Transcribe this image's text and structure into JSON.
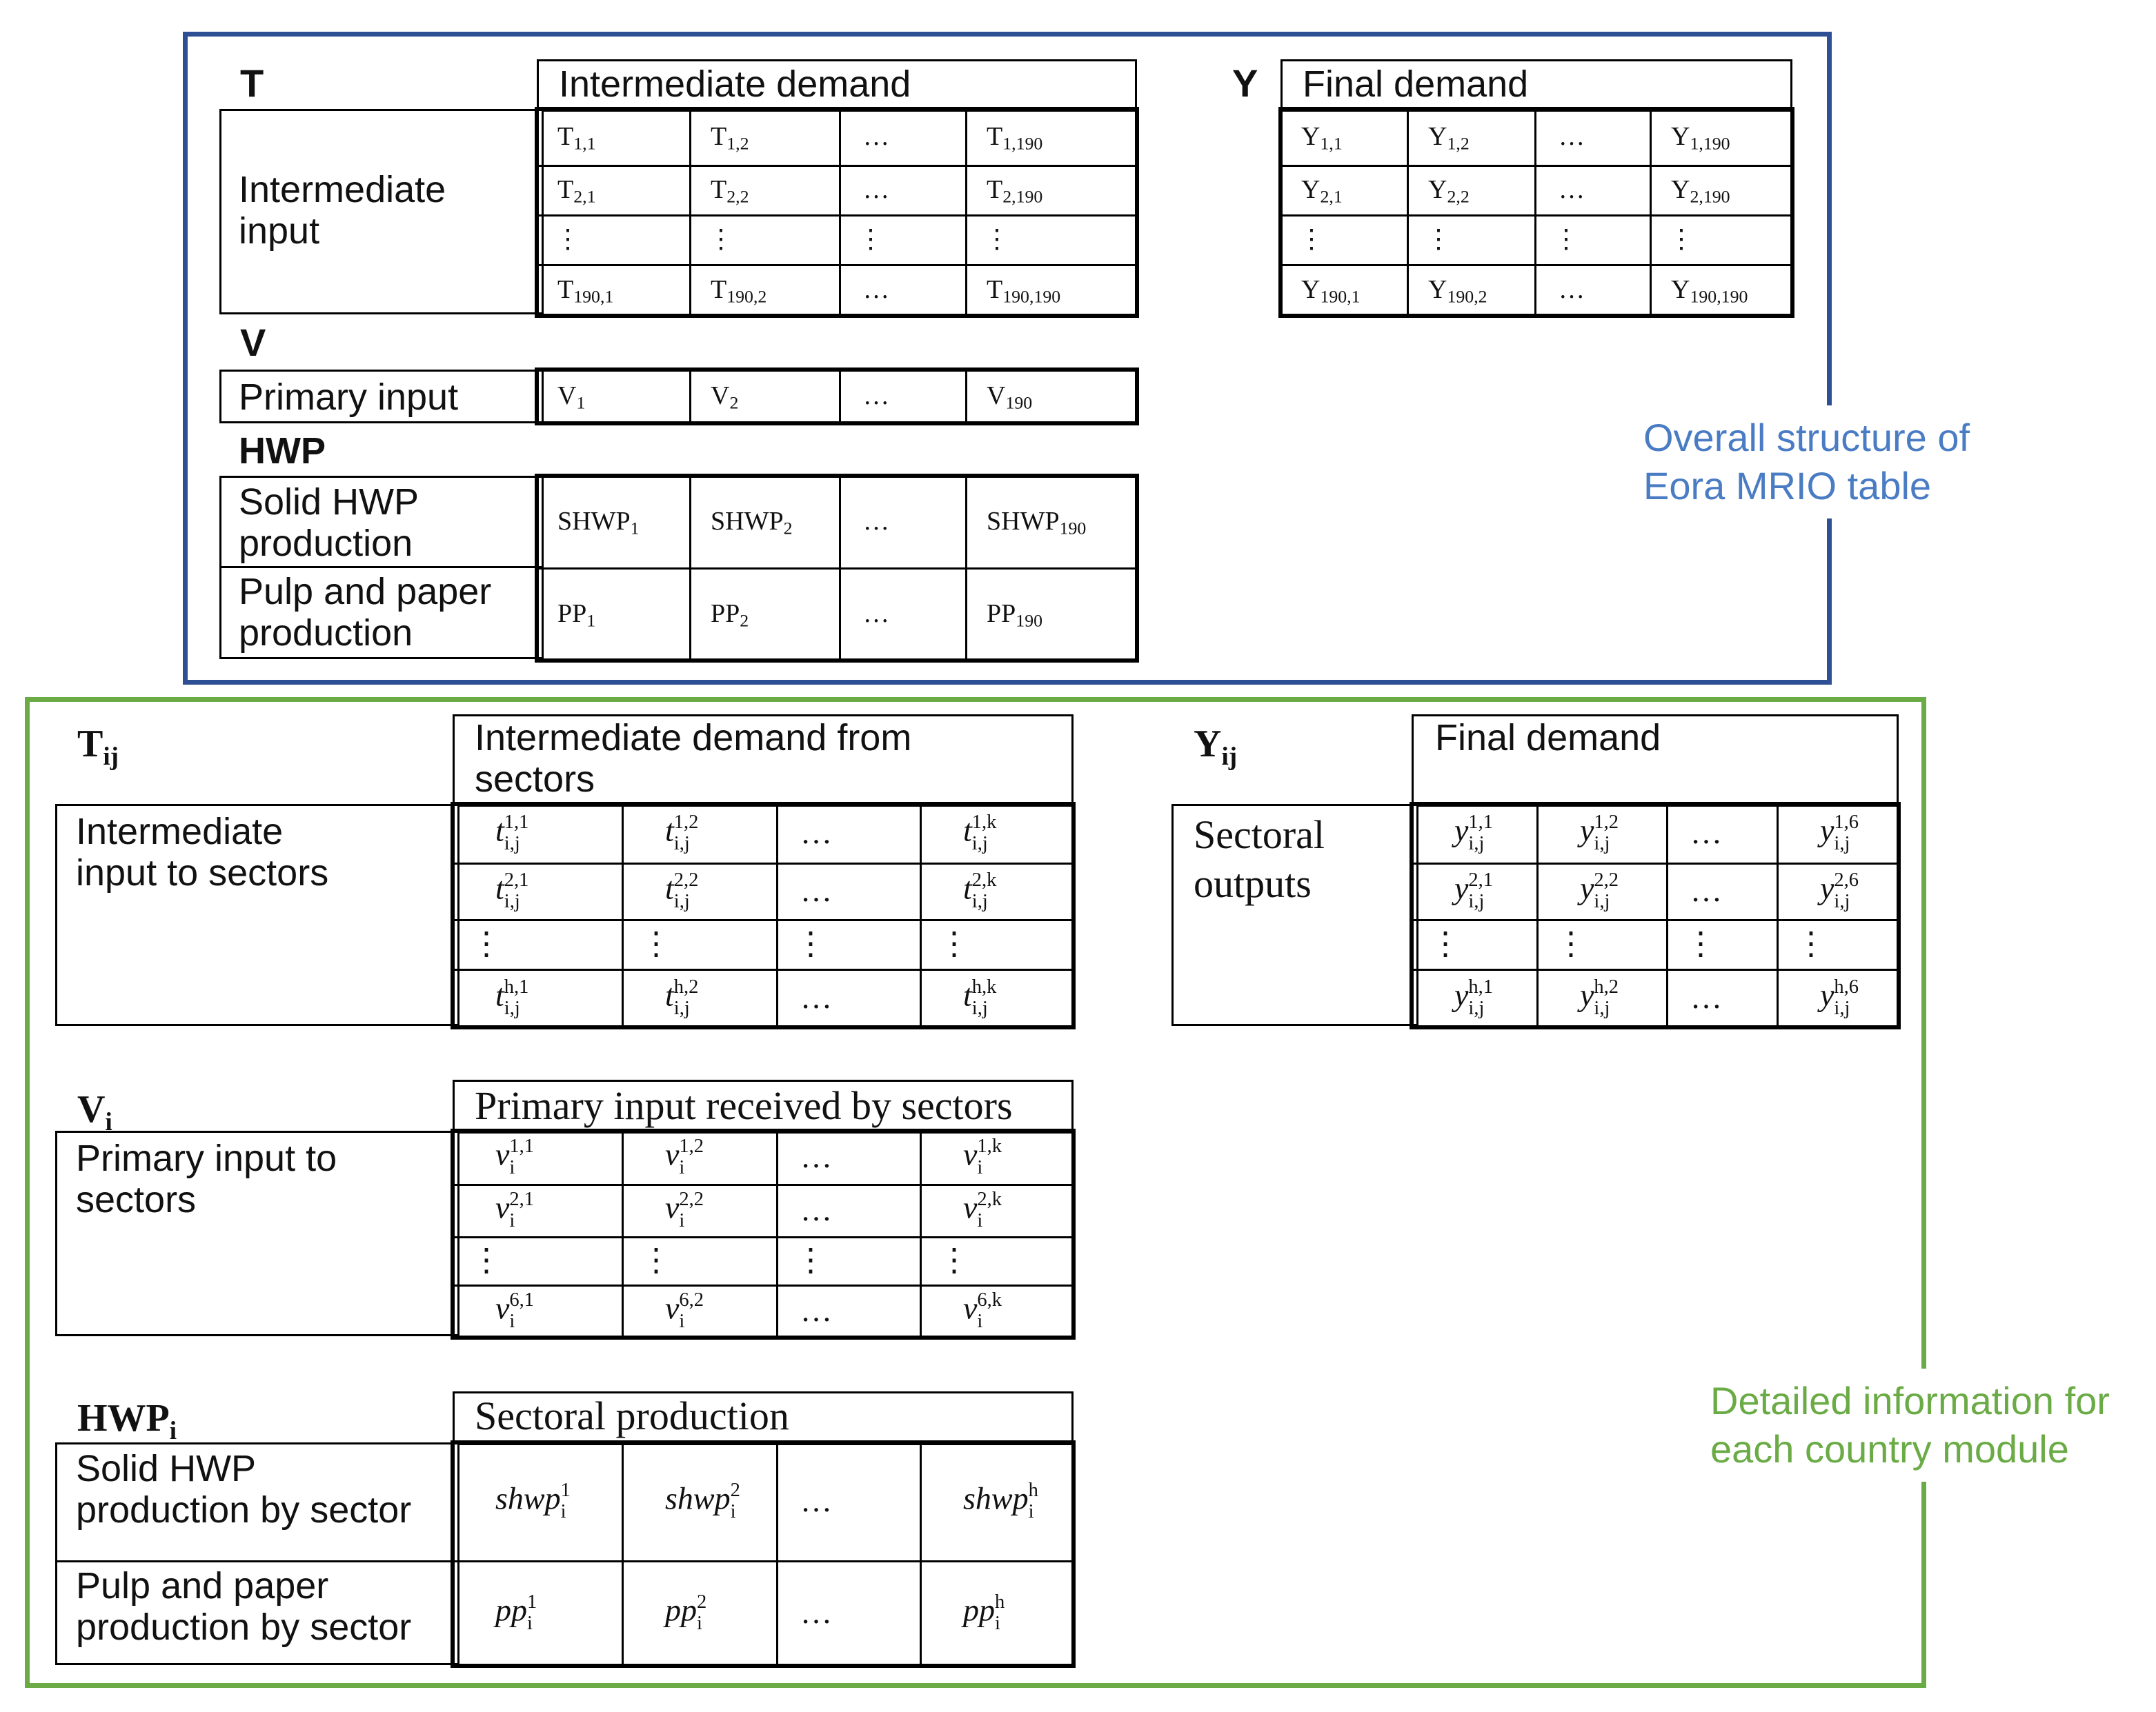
{
  "colors": {
    "top_frame": "#2e4f93",
    "bottom_frame": "#6aab46",
    "top_legend": "#4a7cc4",
    "bottom_legend": "#6aab46"
  },
  "top": {
    "legend": [
      "Overall structure of",
      "Eora MRIO table"
    ],
    "T": {
      "symbol": "T",
      "header": "Intermediate demand",
      "row_label": [
        "Intermediate",
        "input"
      ],
      "cells": [
        [
          [
            "T",
            "1,1"
          ],
          [
            "T",
            "1,2"
          ],
          [
            "…",
            ""
          ],
          [
            "T",
            "1,190"
          ]
        ],
        [
          [
            "T",
            "2,1"
          ],
          [
            "T",
            "2,2"
          ],
          [
            "…",
            ""
          ],
          [
            "T",
            "2,190"
          ]
        ],
        [
          [
            "⋮",
            ""
          ],
          [
            "⋮",
            ""
          ],
          [
            "⋮",
            ""
          ],
          [
            "⋮",
            ""
          ]
        ],
        [
          [
            "T",
            "190,1"
          ],
          [
            "T",
            "190,2"
          ],
          [
            "…",
            ""
          ],
          [
            "T",
            "190,190"
          ]
        ]
      ]
    },
    "Y": {
      "symbol": "Y",
      "header": "Final demand",
      "cells": [
        [
          [
            "Y",
            "1,1"
          ],
          [
            "Y",
            "1,2"
          ],
          [
            "…",
            ""
          ],
          [
            "Y",
            "1,190"
          ]
        ],
        [
          [
            "Y",
            "2,1"
          ],
          [
            "Y",
            "2,2"
          ],
          [
            "…",
            ""
          ],
          [
            "Y",
            "2,190"
          ]
        ],
        [
          [
            "⋮",
            ""
          ],
          [
            "⋮",
            ""
          ],
          [
            "⋮",
            ""
          ],
          [
            "⋮",
            ""
          ]
        ],
        [
          [
            "Y",
            "190,1"
          ],
          [
            "Y",
            "190,2"
          ],
          [
            "…",
            ""
          ],
          [
            "Y",
            "190,190"
          ]
        ]
      ]
    },
    "V": {
      "symbol": "V",
      "row_label": "Primary input",
      "cells": [
        [
          [
            "V",
            "1"
          ],
          [
            "V",
            "2"
          ],
          [
            "…",
            ""
          ],
          [
            "V",
            "190"
          ]
        ]
      ]
    },
    "HWP": {
      "symbol": "HWP",
      "row_labels": [
        [
          "Solid HWP",
          "production"
        ],
        [
          "Pulp and paper",
          "production"
        ]
      ],
      "cells": [
        [
          [
            "SHWP",
            "1"
          ],
          [
            "SHWP",
            "2"
          ],
          [
            "…",
            ""
          ],
          [
            "SHWP",
            "190"
          ]
        ],
        [
          [
            "PP",
            "1"
          ],
          [
            "PP",
            "2"
          ],
          [
            "…",
            ""
          ],
          [
            "PP",
            "190"
          ]
        ]
      ]
    }
  },
  "bottom": {
    "legend": [
      "Detailed information for",
      "each country module"
    ],
    "Tij": {
      "symbol_main": "T",
      "symbol_sub": "ij",
      "header": [
        "Intermediate demand from",
        "sectors"
      ],
      "row_label": [
        "Intermediate",
        "input to sectors"
      ],
      "cells": [
        [
          [
            "t",
            "1,1",
            "i,j"
          ],
          [
            "t",
            "1,2",
            "i,j"
          ],
          [
            "…",
            "",
            ""
          ],
          [
            "t",
            "1,k",
            "i,j"
          ]
        ],
        [
          [
            "t",
            "2,1",
            "i,j"
          ],
          [
            "t",
            "2,2",
            "i,j"
          ],
          [
            "…",
            "",
            ""
          ],
          [
            "t",
            "2,k",
            "i,j"
          ]
        ],
        [
          [
            "⋮",
            "",
            ""
          ],
          [
            "⋮",
            "",
            ""
          ],
          [
            "⋮",
            "",
            ""
          ],
          [
            "⋮",
            "",
            ""
          ]
        ],
        [
          [
            "t",
            "h,1",
            "i,j"
          ],
          [
            "t",
            "h,2",
            "i,j"
          ],
          [
            "…",
            "",
            ""
          ],
          [
            "t",
            "h,k",
            "i,j"
          ]
        ]
      ]
    },
    "Yij": {
      "symbol_main": "Y",
      "symbol_sub": "ij",
      "header": "Final demand",
      "row_label": [
        "Sectoral",
        "outputs"
      ],
      "cells": [
        [
          [
            "y",
            "1,1",
            "i,j"
          ],
          [
            "y",
            "1,2",
            "i,j"
          ],
          [
            "…",
            "",
            ""
          ],
          [
            "y",
            "1,6",
            "i,j"
          ]
        ],
        [
          [
            "y",
            "2,1",
            "i,j"
          ],
          [
            "y",
            "2,2",
            "i,j"
          ],
          [
            "…",
            "",
            ""
          ],
          [
            "y",
            "2,6",
            "i,j"
          ]
        ],
        [
          [
            "⋮",
            "",
            ""
          ],
          [
            "⋮",
            "",
            ""
          ],
          [
            "⋮",
            "",
            ""
          ],
          [
            "⋮",
            "",
            ""
          ]
        ],
        [
          [
            "y",
            "h,1",
            "i,j"
          ],
          [
            "y",
            "h,2",
            "i,j"
          ],
          [
            "…",
            "",
            ""
          ],
          [
            "y",
            "h,6",
            "i,j"
          ]
        ]
      ]
    },
    "Vi": {
      "symbol_main": "V",
      "symbol_sub": "i",
      "header": "Primary input received by sectors",
      "row_label": [
        "Primary input to",
        "sectors"
      ],
      "cells": [
        [
          [
            "v",
            "1,1",
            "i"
          ],
          [
            "v",
            "1,2",
            "i"
          ],
          [
            "…",
            "",
            ""
          ],
          [
            "v",
            "1,k",
            "i"
          ]
        ],
        [
          [
            "v",
            "2,1",
            "i"
          ],
          [
            "v",
            "2,2",
            "i"
          ],
          [
            "…",
            "",
            ""
          ],
          [
            "v",
            "2,k",
            "i"
          ]
        ],
        [
          [
            "⋮",
            "",
            ""
          ],
          [
            "⋮",
            "",
            ""
          ],
          [
            "⋮",
            "",
            ""
          ],
          [
            "⋮",
            "",
            ""
          ]
        ],
        [
          [
            "v",
            "6,1",
            "i"
          ],
          [
            "v",
            "6,2",
            "i"
          ],
          [
            "…",
            "",
            ""
          ],
          [
            "v",
            "6,k",
            "i"
          ]
        ]
      ]
    },
    "HWPi": {
      "symbol_main": "HWP",
      "symbol_sub": "i",
      "header": "Sectoral production",
      "row_labels": [
        [
          "Solid HWP",
          "production by sector"
        ],
        [
          "Pulp and paper",
          "production by sector"
        ]
      ],
      "cells": [
        [
          [
            "shwp",
            "1",
            "i"
          ],
          [
            "shwp",
            "2",
            "i"
          ],
          [
            "…",
            "",
            ""
          ],
          [
            "shwp",
            "h",
            "i"
          ]
        ],
        [
          [
            "pp",
            "1",
            "i"
          ],
          [
            "pp",
            "2",
            "i"
          ],
          [
            "…",
            "",
            ""
          ],
          [
            "pp",
            "h",
            "i"
          ]
        ]
      ]
    }
  }
}
